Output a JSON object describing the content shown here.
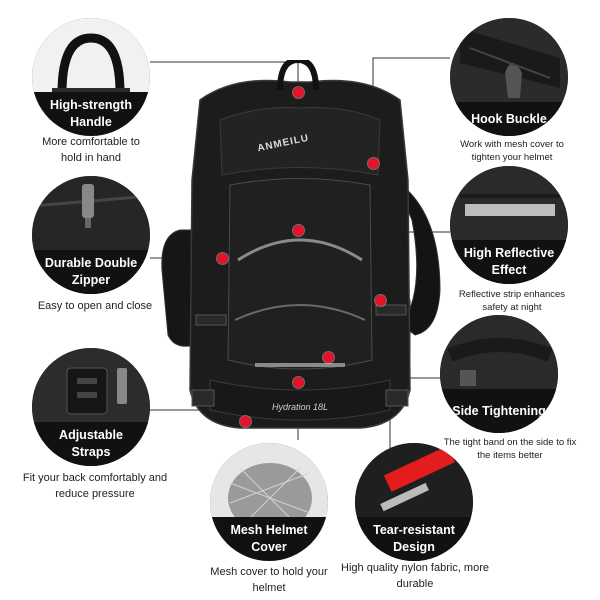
{
  "brand": "ANMEILU",
  "pack_print": "Hydration 18L",
  "features": [
    {
      "id": "handle",
      "title": "High-strength Handle",
      "caption": "More comfortable to hold in hand"
    },
    {
      "id": "buckle",
      "title": "Hook Buckle",
      "caption": "Work with mesh cover to tighten your helmet"
    },
    {
      "id": "zipper",
      "title": "Durable Double Zipper",
      "caption": "Easy to open and close"
    },
    {
      "id": "reflective",
      "title": "High Reflective Effect",
      "caption": "Reflective strip enhances safety at night"
    },
    {
      "id": "straps",
      "title": "Adjustable Straps",
      "caption": "Fit your back comfortably and reduce pressure"
    },
    {
      "id": "side",
      "title": "Side Tightening",
      "caption": "The tight band on the side to fix the items better"
    },
    {
      "id": "mesh",
      "title": "Mesh Helmet Cover",
      "caption": "Mesh cover to hold your helmet"
    },
    {
      "id": "nylon",
      "title": "Tear-resistant Design",
      "caption": "High quality nylon fabric, more durable"
    }
  ],
  "colors": {
    "accent": "#e3142a",
    "band": "#111111",
    "pack": "#1c1c1c",
    "reflective": "#bdbdbd"
  }
}
